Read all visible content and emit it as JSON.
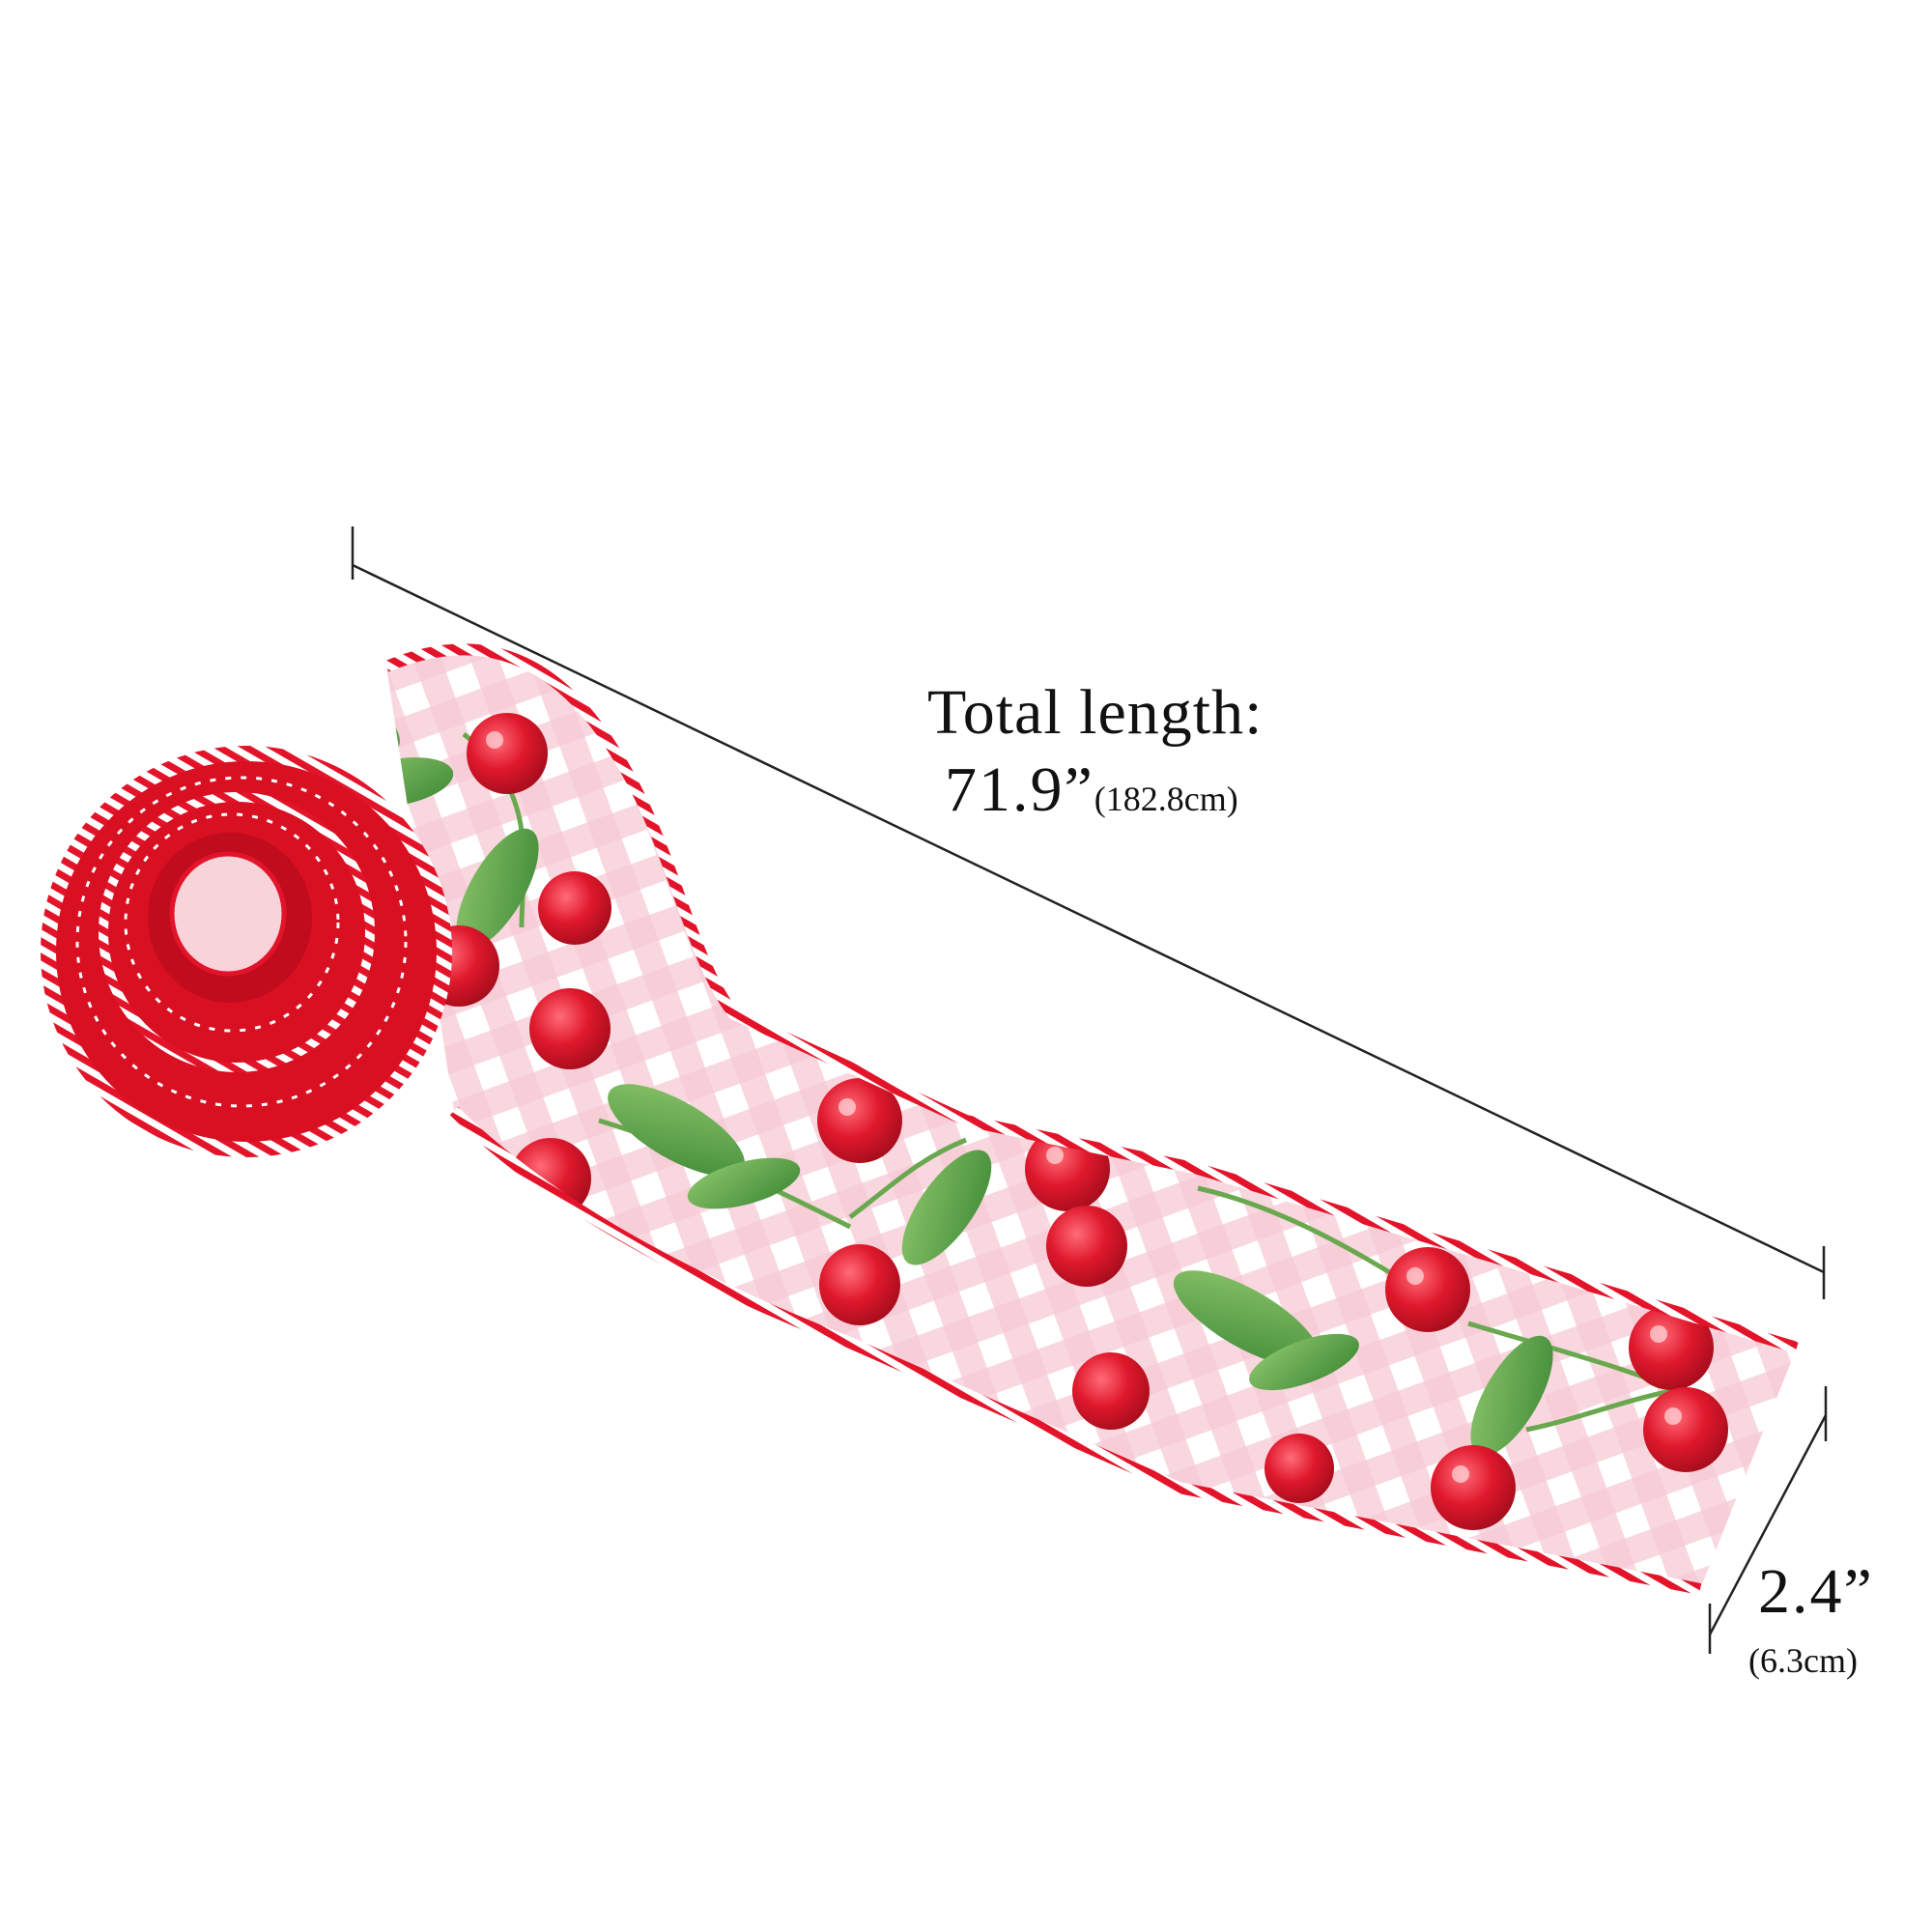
{
  "dimensions": {
    "length_title": "Total length:",
    "length_imperial": "71.9”",
    "length_metric": "(182.8cm)",
    "width_imperial": "2.4”",
    "width_metric": "(6.3cm)"
  },
  "colors": {
    "ribbon_pink": "#f7c9d4",
    "gingham_white": "#ffffff",
    "cherry_red": "#e0182c",
    "leaf_green": "#5aa845",
    "edge_stitch_red": "#e3142a",
    "dimension_line": "#222222"
  }
}
